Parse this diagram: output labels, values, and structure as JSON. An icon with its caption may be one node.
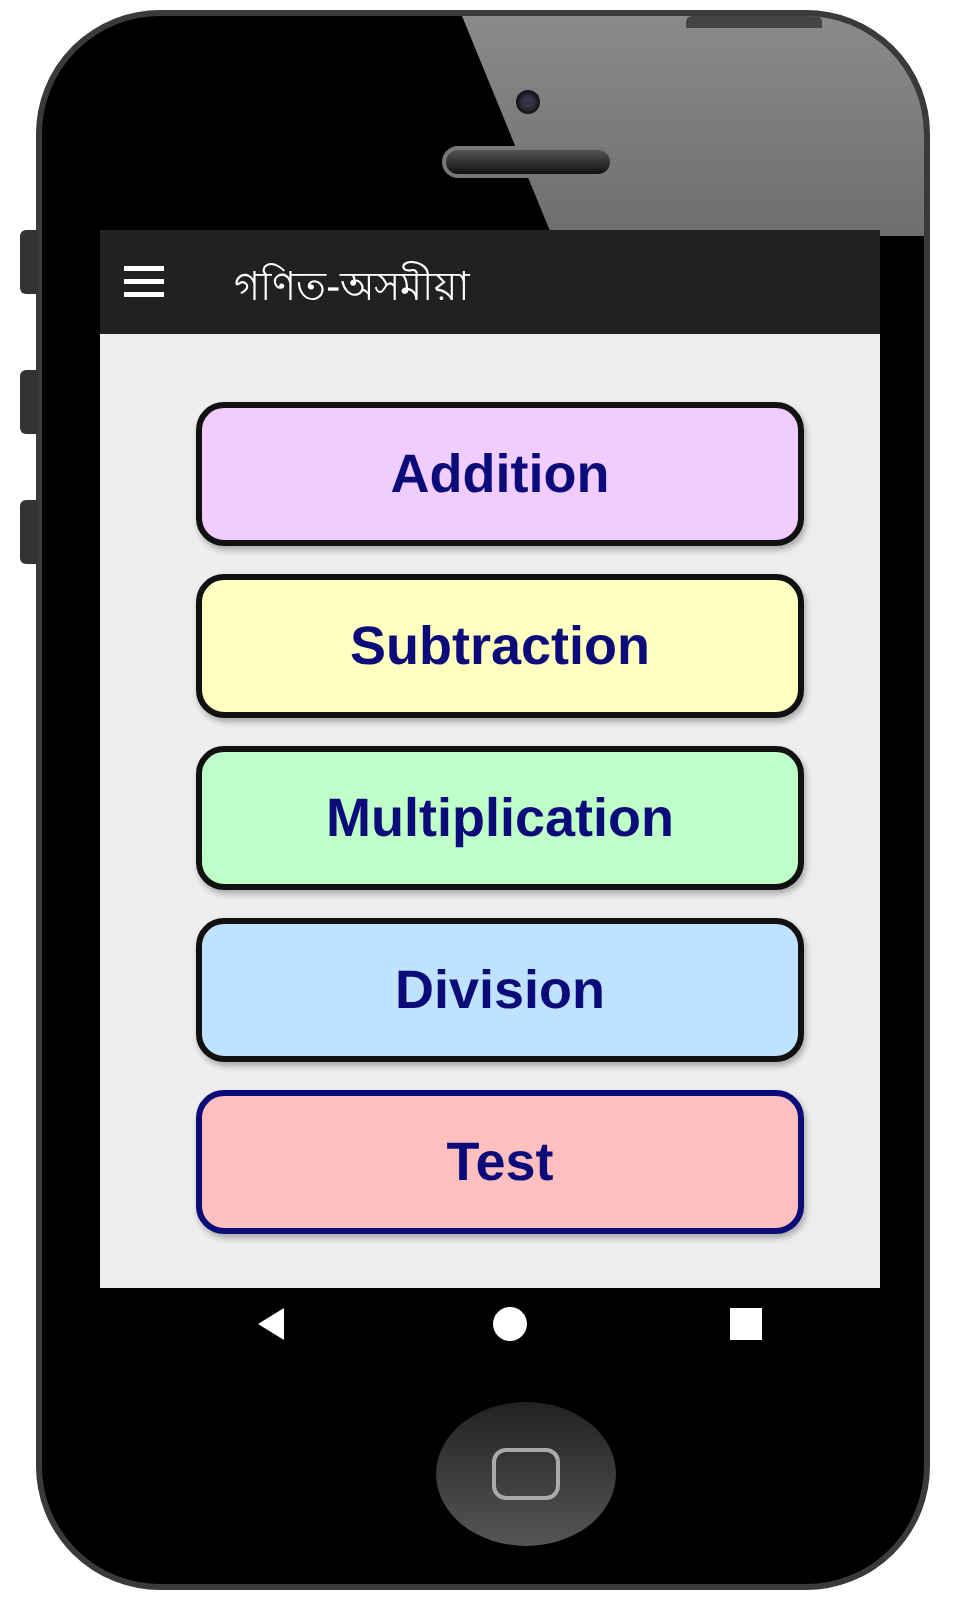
{
  "diagram": {
    "title": "গণিত-অসমীয়া",
    "nodes": [
      {
        "text": [
          "Addition"
        ]
      },
      {
        "text": [
          "Subtraction"
        ]
      },
      {
        "text": [
          "Multiplication"
        ]
      },
      {
        "text": [
          "Division"
        ]
      },
      {
        "text": [
          "Test"
        ]
      }
    ]
  }
}
